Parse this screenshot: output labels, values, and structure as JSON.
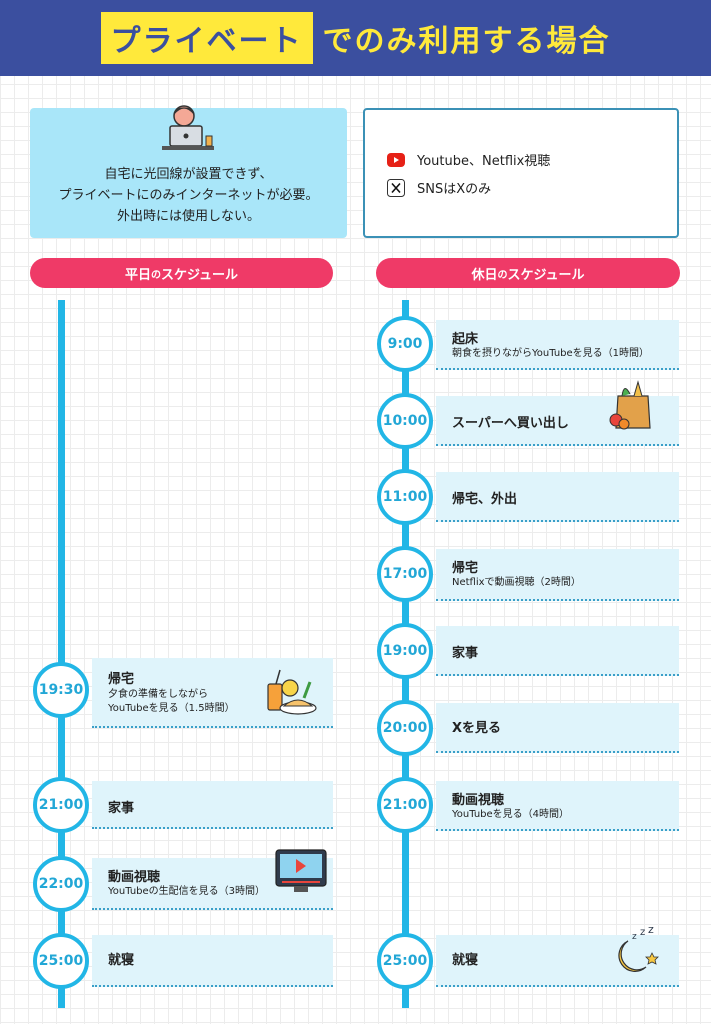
{
  "header": {
    "title_highlight": "プライベート",
    "title_rest": "でのみ利用する場合"
  },
  "persona": {
    "line1": "自宅に光回線が設置できず、",
    "line2": "プライベートにのみインターネットが必要。",
    "line3": "外出時には使用しない。"
  },
  "usage": {
    "items": [
      {
        "icon": "youtube-icon",
        "label": "Youtube、Netflix視聴"
      },
      {
        "icon": "x-logo-icon",
        "label": "SNSはXのみ"
      }
    ]
  },
  "weekday": {
    "title_main": "平日",
    "title_small": "の",
    "title_tail": "スケジュール",
    "events": [
      {
        "time": "19:30",
        "title": "帰宅",
        "detail1": "夕食の準備をしながら",
        "detail2": "YouTubeを見る（1.5時間）",
        "icon": "dinner-icon"
      },
      {
        "time": "21:00",
        "title": "家事"
      },
      {
        "time": "22:00",
        "title": "動画視聴",
        "detail1": "YouTubeの生配信を見る（3時間）",
        "icon": "video-player-icon"
      },
      {
        "time": "25:00",
        "title": "就寝"
      }
    ]
  },
  "holiday": {
    "title_main": "休日",
    "title_small": "の",
    "title_tail": "スケジュール",
    "events": [
      {
        "time": "9:00",
        "title": "起床",
        "detail1": "朝食を摂りながらYouTubeを見る（1時間）"
      },
      {
        "time": "10:00",
        "title": "スーパーへ買い出し",
        "icon": "grocery-bag-icon"
      },
      {
        "time": "11:00",
        "title": "帰宅、外出"
      },
      {
        "time": "17:00",
        "title": "帰宅",
        "detail1": "Netflixで動画視聴（2時間）"
      },
      {
        "time": "19:00",
        "title": "家事"
      },
      {
        "time": "20:00",
        "title": "Xを見る"
      },
      {
        "time": "21:00",
        "title": "動画視聴",
        "detail1": "YouTubeを見る（4時間）"
      },
      {
        "time": "25:00",
        "title": "就寝",
        "icon": "moon-sleep-icon"
      }
    ]
  },
  "colors": {
    "header_bg": "#3b4f9f",
    "header_accent": "#ffe93b",
    "pill": "#ef3a67",
    "timeline": "#22b6e6",
    "card_bg": "#dff4fb",
    "persona_bg": "#a9e6f9"
  }
}
